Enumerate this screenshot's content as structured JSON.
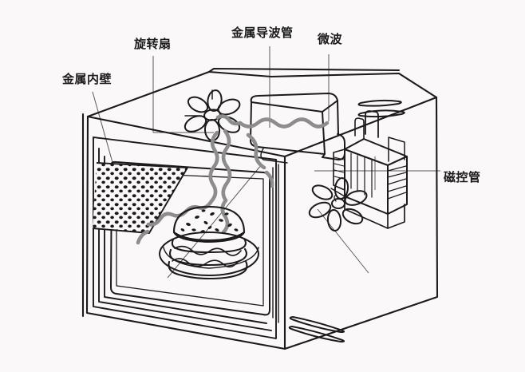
{
  "figure": {
    "kind": "hand-drawn-schematic",
    "subject": "microwave-oven-cutaway",
    "background_color": "#fbf8fa",
    "ink_color": "#1b1b1b",
    "wave_color": "#8d8d8d",
    "leader_color": "#4d4d4d"
  },
  "labels": {
    "inner_wall": "金属内壁",
    "stirrer_fan": "旋转扇",
    "waveguide": "金属导波管",
    "microwave": "微波",
    "magnetron": "磁控管"
  },
  "parts": {
    "cavity": "oven-cavity",
    "door_window": "door-window-frame",
    "mesh_panel": "perforated-metal-mesh",
    "turntable": "turntable-plate",
    "food": "hamburger-with-sesame-seeds",
    "stirrer": "six-petal-stirrer-fan",
    "waveguide_duct": "rectangular-waveguide-duct",
    "magnetron_body": "magnetron-with-cooling-fins",
    "cooling_fan": "magnetron-cooling-fan",
    "vent_top": "top-right-vent-slots",
    "vent_front": "front-bottom-vent-slots",
    "waves": "microwave-energy-squiggles"
  }
}
